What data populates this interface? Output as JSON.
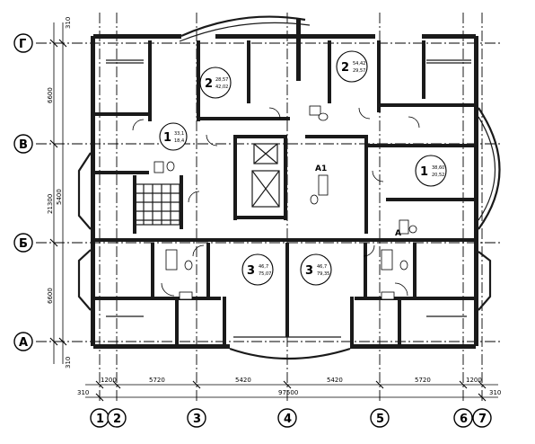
{
  "axes": {
    "rows": [
      "Г",
      "В",
      "Б",
      "А"
    ],
    "columns": [
      "1",
      "2",
      "3",
      "4",
      "5",
      "6",
      "7"
    ]
  },
  "dimensions": {
    "bottom_segments": [
      "1200",
      "5720",
      "5420",
      "5420",
      "5720",
      "1200"
    ],
    "bottom_total": "97500",
    "bottom_left_offset": "310",
    "bottom_right_offset": "310",
    "left_segments": [
      "6600",
      "5400",
      "6600"
    ],
    "left_total": "21300",
    "left_top_offset": "310",
    "left_bottom_offset": "310"
  },
  "apartments": [
    {
      "rooms": "2",
      "area_living": "28,57",
      "area_total": "42,02"
    },
    {
      "rooms": "2",
      "area_living": "54,42",
      "area_total": "29,57"
    },
    {
      "rooms": "1",
      "area_living": "33,1",
      "area_total": "18,4"
    },
    {
      "rooms": "1",
      "area_living": "38,60",
      "area_total": "20,52"
    },
    {
      "rooms": "3",
      "area_living": "46,7",
      "area_total": "75,07"
    },
    {
      "rooms": "3",
      "area_living": "46,7",
      "area_total": "79,35"
    }
  ],
  "labels": {
    "lift_mark": "A1",
    "stair_mark": "A"
  }
}
